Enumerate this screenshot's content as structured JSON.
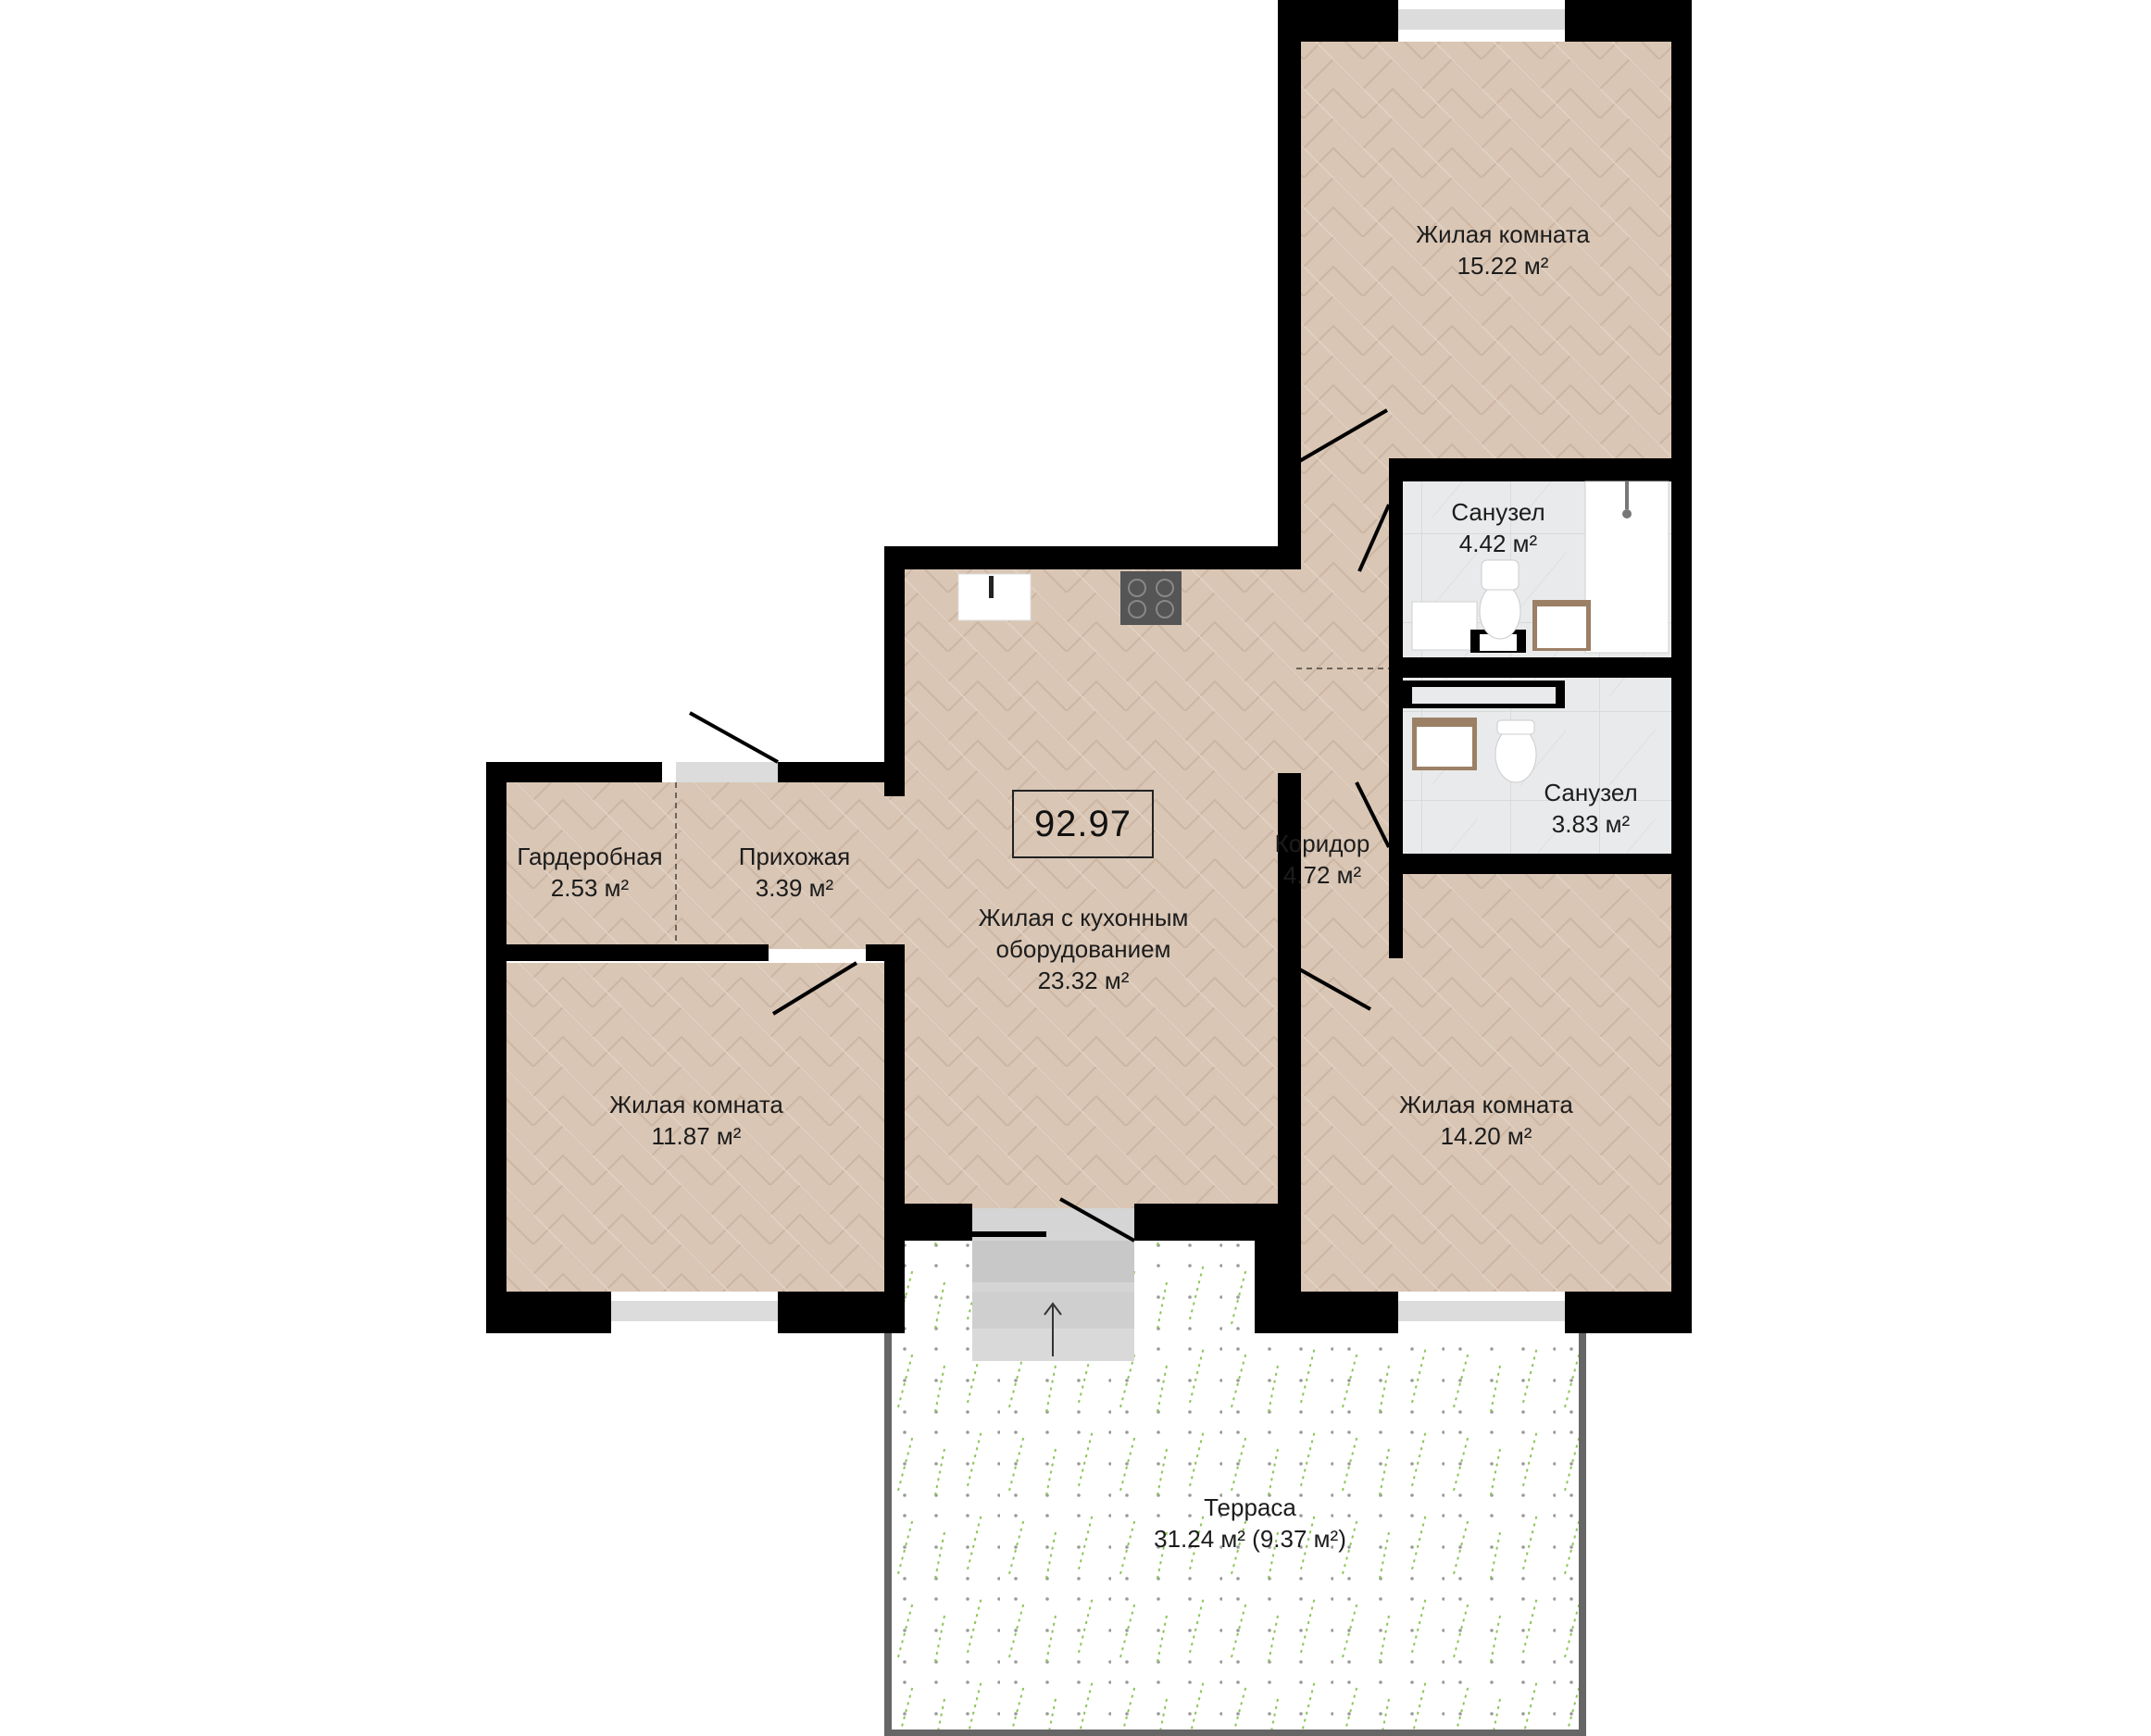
{
  "plan": {
    "total_area": "92.97",
    "colors": {
      "wall": "#000000",
      "floor": "#d8c4b3",
      "tile": "#e6e7e8",
      "terrace": "#ffffff",
      "terrace_dots": "#9a9a9a",
      "grass": "#7dbf4a"
    },
    "rooms": [
      {
        "id": "bedroom-top",
        "name": "Жилая комната",
        "area": "15.22 м²"
      },
      {
        "id": "bath-1",
        "name": "Санузел",
        "area": "4.42 м²"
      },
      {
        "id": "bath-2",
        "name": "Санузел",
        "area": "3.83 м²"
      },
      {
        "id": "corridor",
        "name": "Коридор",
        "area": "4.72 м²"
      },
      {
        "id": "wardrobe",
        "name": "Гардеробная",
        "area": "2.53 м²"
      },
      {
        "id": "hallway",
        "name": "Прихожая",
        "area": "3.39 м²"
      },
      {
        "id": "kitchen-living",
        "name": "Жилая с кухонным оборудованием",
        "name_line1": "Жилая с кухонным",
        "name_line2": "оборудованием",
        "area": "23.32 м²"
      },
      {
        "id": "bedroom-left",
        "name": "Жилая комната",
        "area": "11.87 м²"
      },
      {
        "id": "bedroom-right",
        "name": "Жилая комната",
        "area": "14.20 м²"
      },
      {
        "id": "terrace",
        "name": "Терраса",
        "area": "31.24 м² (9.37 м²)"
      }
    ]
  }
}
